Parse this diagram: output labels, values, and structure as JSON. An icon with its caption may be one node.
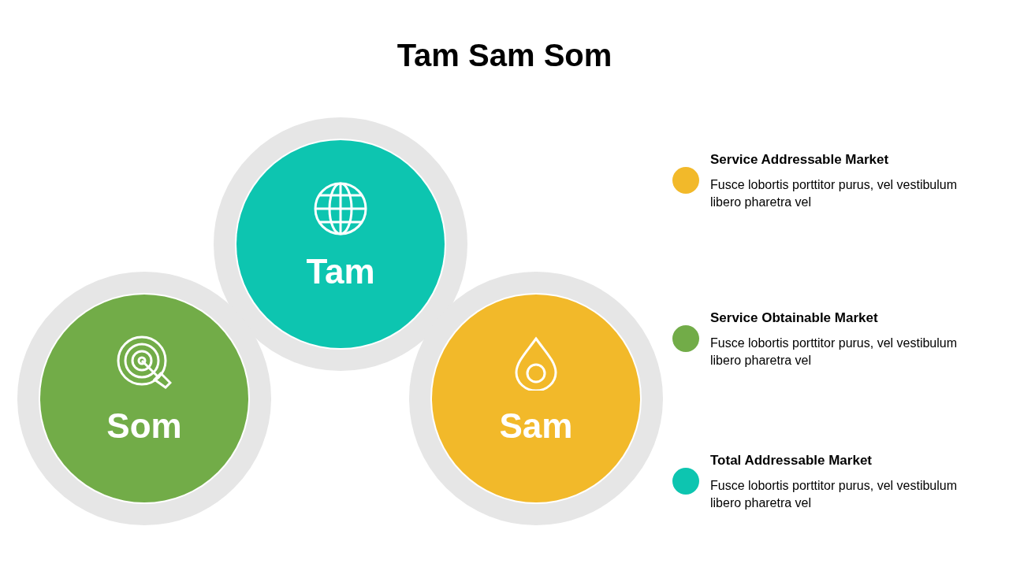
{
  "diagram": {
    "title": "Tam Sam Som",
    "nodes": [
      {
        "text": [
          "Tam"
        ]
      },
      {
        "text": [
          "Som"
        ]
      },
      {
        "text": [
          "Sam"
        ]
      }
    ],
    "legend": [
      {
        "text": "Service Addressable Market",
        "color": "#f2b92a"
      },
      {
        "text": "Service Obtainable Market",
        "color": "#72ac48"
      },
      {
        "text": "Total Addressable Market",
        "color": "#0dc5b0"
      }
    ],
    "labels": [
      "Fusce lobortis porttitor purus, vel vestibulum libero pharetra vel",
      "Fusce lobortis porttitor purus, vel vestibulum libero pharetra vel",
      "Fusce lobortis porttitor purus, vel vestibulum libero pharetra vel"
    ]
  }
}
